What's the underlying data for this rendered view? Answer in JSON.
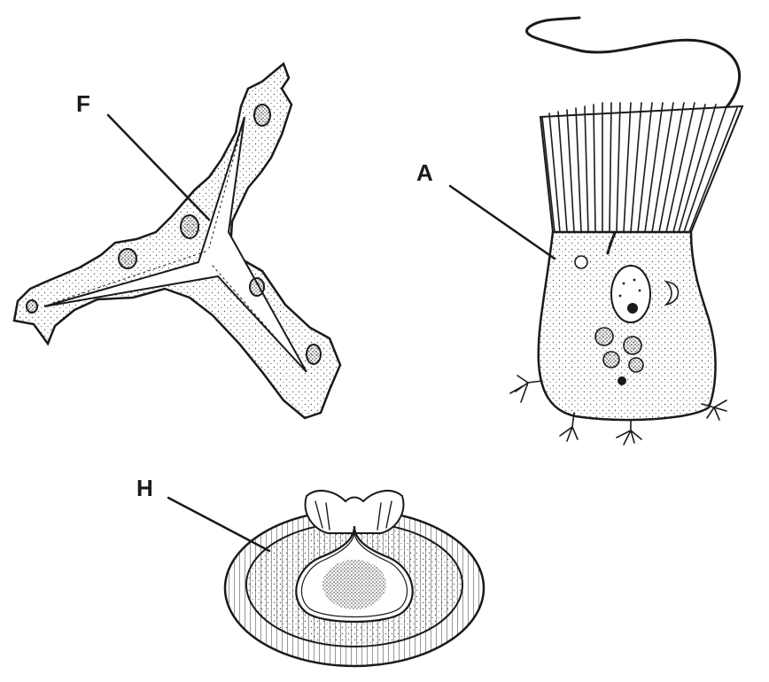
{
  "labels": {
    "f": "F",
    "a": "A",
    "h": "H"
  },
  "colors": {
    "ink": "#1a1a1a",
    "paper": "#ffffff",
    "stipple": "#555555"
  }
}
